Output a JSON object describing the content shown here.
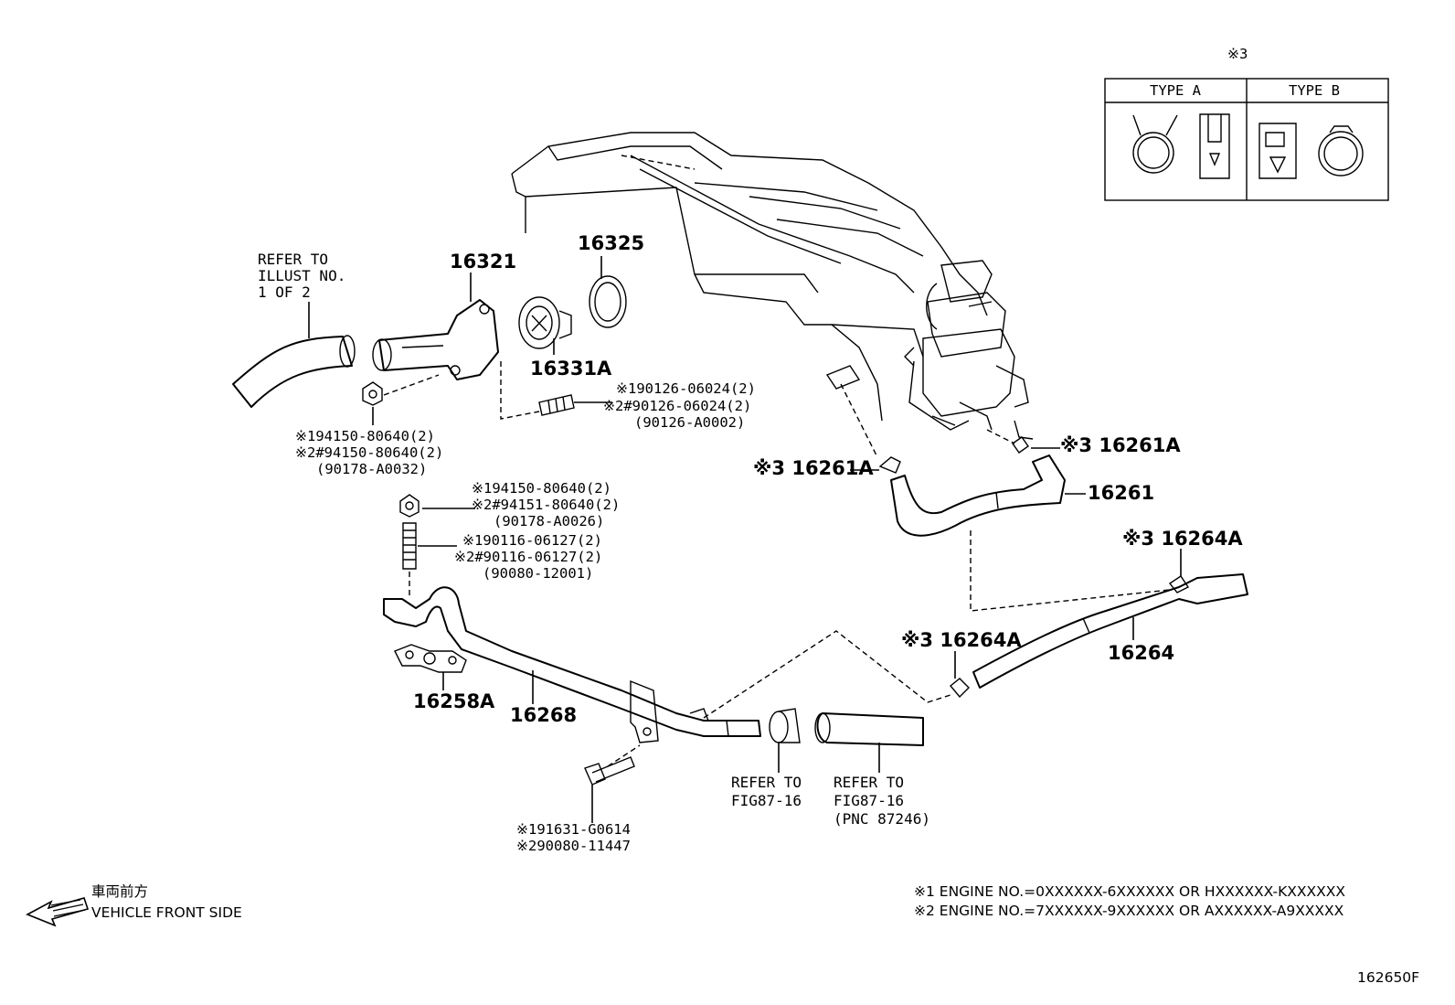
{
  "labels": {
    "p16321": "16321",
    "p16325": "16325",
    "p16331A": "16331A",
    "p16261": "16261",
    "p16261A_right": "※3 16261A",
    "p16261A_left": "※3 16261A",
    "p16264": "16264",
    "p16264A_upper": "※3 16264A",
    "p16264A_lower": "※3 16264A",
    "p16258A": "16258A",
    "p16268": "16268",
    "refer_illust": [
      "REFER TO",
      "ILLUST NO.",
      "1 OF 2"
    ],
    "refer_fig_left": [
      "REFER TO",
      "FIG87-16"
    ],
    "refer_fig_right": [
      "REFER TO",
      "FIG87-16",
      "(PNC 87246)"
    ],
    "bolt_upper": [
      "※190126-06024(2)",
      "※2#90126-06024(2)",
      "(90126-A0002)"
    ],
    "nut_left": [
      "※194150-80640(2)",
      "※2#94150-80640(2)",
      "(90178-A0032)"
    ],
    "nut_mid": [
      "※194150-80640(2)",
      "※2#94151-80640(2)",
      "(90178-A0026)"
    ],
    "stud_mid": [
      "※190116-06127(2)",
      "※2#90116-06127(2)",
      "(90080-12001)"
    ],
    "bolt_lower": [
      "※191631-G0614",
      "※290080-11447"
    ]
  },
  "legend": {
    "marker": "※3",
    "type_a": "TYPE A",
    "type_b": "TYPE B"
  },
  "direction": {
    "japanese": "車両前方",
    "english": "VEHICLE FRONT SIDE"
  },
  "notes": {
    "note1": "※1 ENGINE NO.=0XXXXXX-6XXXXXX OR HXXXXXX-KXXXXXX",
    "note2": "※2 ENGINE NO.=7XXXXXX-9XXXXXX OR AXXXXXX-A9XXXXX"
  },
  "figure_id": "162650F"
}
